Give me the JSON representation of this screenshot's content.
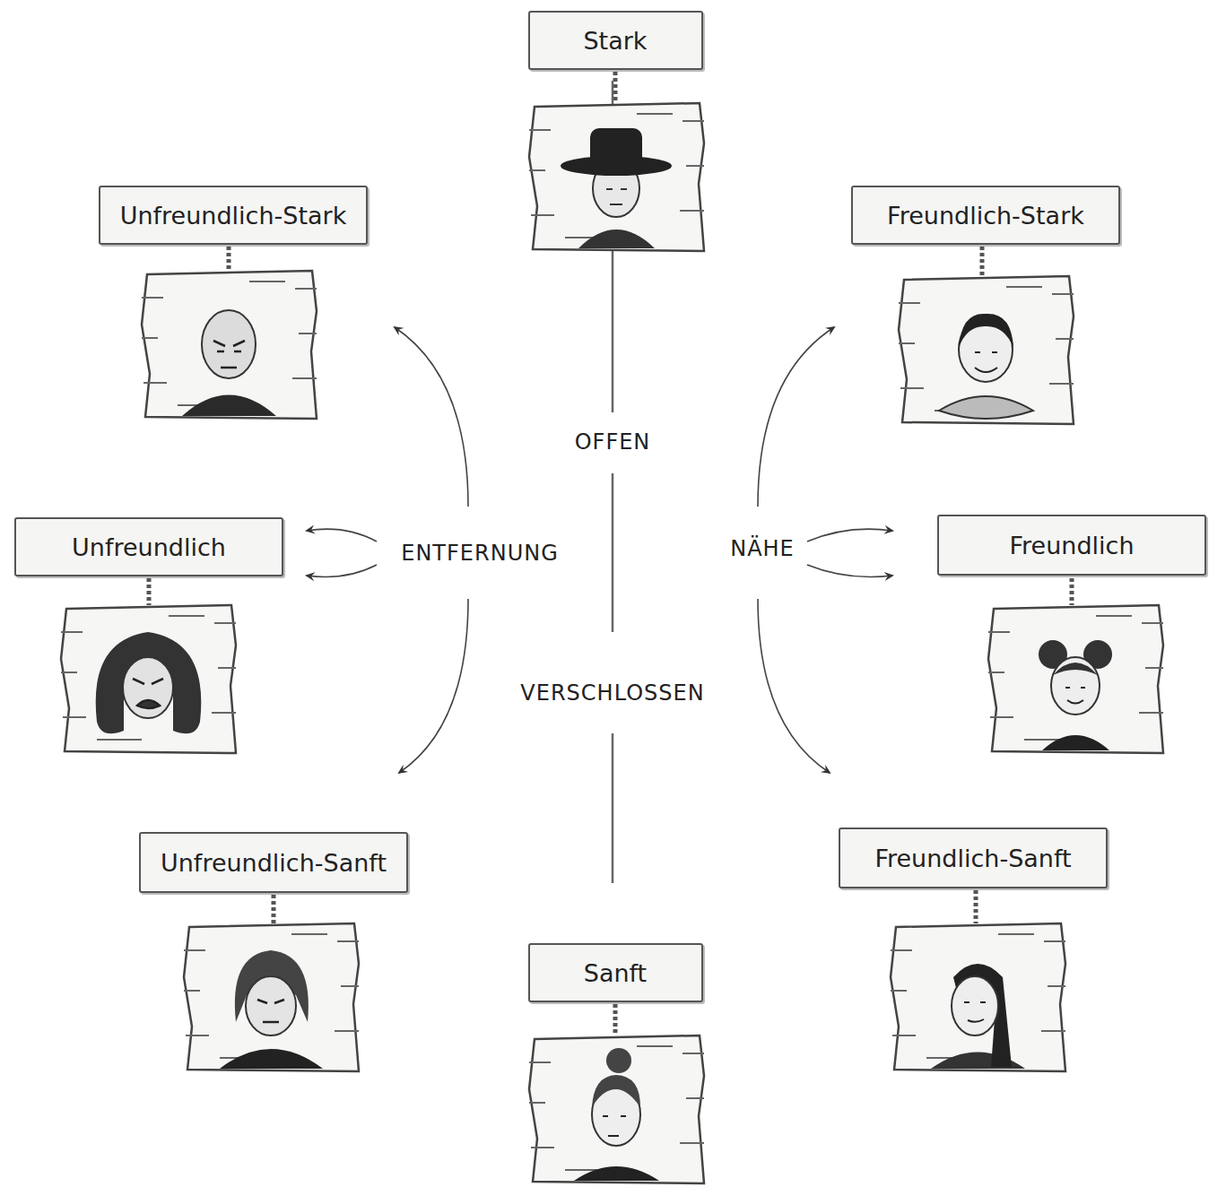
{
  "diagram": {
    "nodes": [
      {
        "text": [
          "Stark"
        ]
      },
      {
        "text": [
          "Unfreundlich-Stark"
        ]
      },
      {
        "text": [
          "Freundlich-Stark"
        ]
      },
      {
        "text": [
          "Unfreundlich"
        ]
      },
      {
        "text": [
          "Freundlich"
        ]
      },
      {
        "text": [
          "Unfreundlich-Sanft"
        ]
      },
      {
        "text": [
          "Freundlich-Sanft"
        ]
      },
      {
        "text": [
          "Sanft"
        ]
      }
    ],
    "labels": [
      "OFFEN",
      "VERSCHLOSSEN",
      "ENTFERNUNG",
      "NÄHE"
    ]
  }
}
